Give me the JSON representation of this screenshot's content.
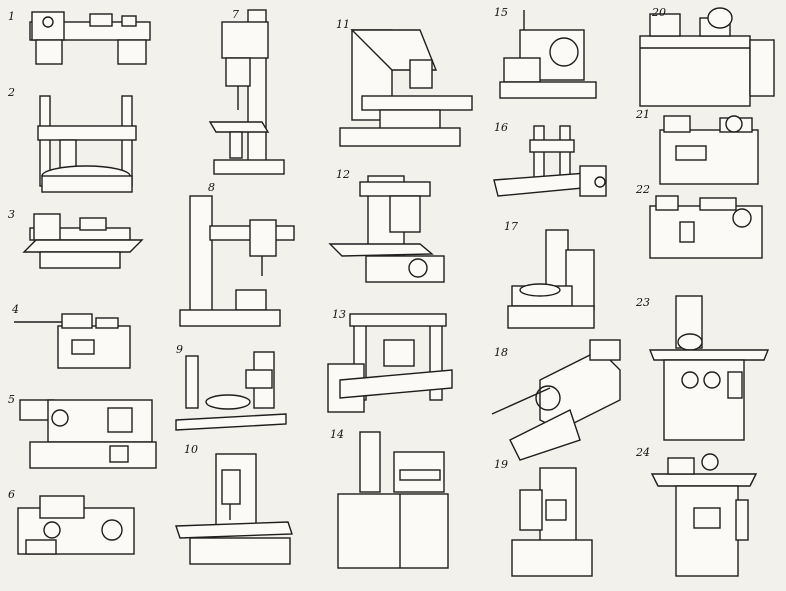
{
  "figure": {
    "machine_labels": [
      "1",
      "2",
      "3",
      "4",
      "5",
      "6",
      "7",
      "8",
      "9",
      "10",
      "11",
      "12",
      "13",
      "14",
      "15",
      "16",
      "17",
      "18",
      "19",
      "20",
      "21",
      "22",
      "23",
      "24"
    ]
  }
}
